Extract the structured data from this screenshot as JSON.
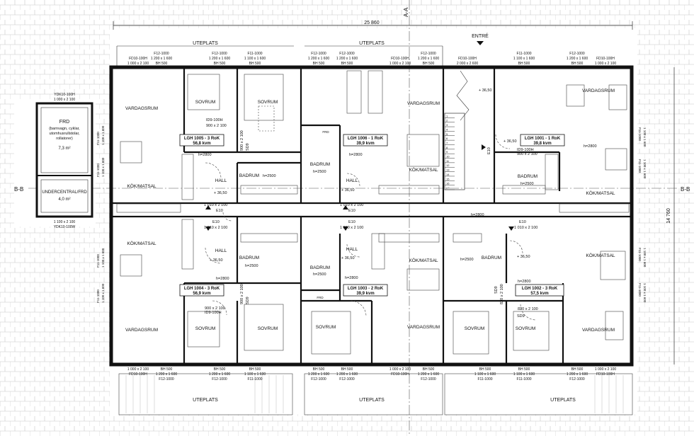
{
  "dimensions": {
    "total_width": "25 860",
    "total_depth": "14 760"
  },
  "sections": {
    "a": "A-A",
    "b": "B-B"
  },
  "entrance": "ENTRÉ",
  "patio": "UTEPLATS",
  "frd_room": {
    "title": "FRD",
    "desc1": "(barnvagn, cyklar,",
    "desc2": "utomhusrullstolar,",
    "desc3": "rollatorer)",
    "area": "7,3 m²",
    "door": "YDK10-100H",
    "door_size": "1 000 x 2 100"
  },
  "undercentral": {
    "title": "UNDERCENTRAL/FRD",
    "area": "4,0 m²",
    "door_size": "1 100 x 2 100",
    "door": "YDK10-100W"
  },
  "rooms": {
    "living": "VARDAGSRUM",
    "bedroom": "SOVRUM",
    "kitchen": "KÖK/MATSAL",
    "bath": "BADRUM",
    "hall": "HALL",
    "frd": "FRD"
  },
  "apartments": [
    {
      "name": "LGH 1005 - 3 RoK",
      "area": "56,8 kvm"
    },
    {
      "name": "LGH 1006 - 1 RoK",
      "area": "39,9 kvm"
    },
    {
      "name": "LGH 1001 - 1 RoK",
      "area": "39,8 kvm"
    },
    {
      "name": "LGH 1004 - 3 RoK",
      "area": "56,9 kvm"
    },
    {
      "name": "LGH 1003 - 2 RoK",
      "area": "39,9 kvm"
    },
    {
      "name": "LGH 1002 - 3 RoK",
      "area": "57,5 kvm"
    }
  ],
  "heights": {
    "h2800": "h=2800",
    "h2500": "h=2500"
  },
  "levels": {
    "lvl": "+ 36,50"
  },
  "doors": {
    "e10": "E10",
    "d1010": "1 010 x 2 100",
    "d900": "900 x 2 100",
    "d820": "820 x 2 100",
    "sd9": "SD9",
    "id9": "ID9-100H",
    "id9b": "ID9-100H"
  },
  "windows": {
    "f12": "F12-1000",
    "f11": "F11-1000",
    "fd10": "FD10-100H",
    "bh500": "BH 500",
    "s1000": "1 000 x 2 100",
    "s1200": "1 200 x 1 600",
    "s1100": "1 100 x 1 600",
    "s2000": "2 000 x 2 600"
  },
  "stair_count": 17
}
